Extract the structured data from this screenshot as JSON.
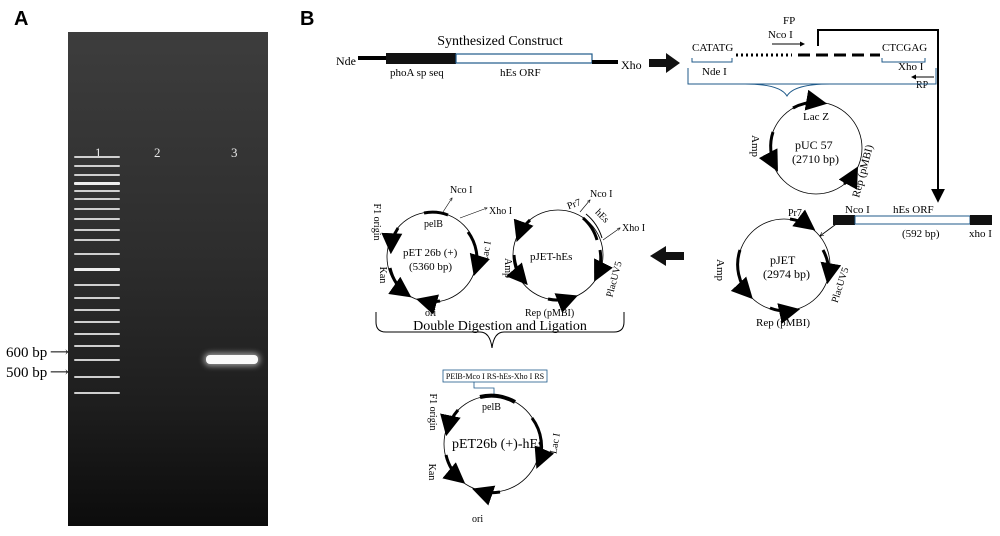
{
  "panel_a": {
    "letter": "A",
    "lanes": [
      "1",
      "2",
      "3"
    ],
    "markers": [
      "600 bp",
      "500 bp"
    ]
  },
  "panel_b": {
    "letter": "B",
    "construct": {
      "title": "Synthesized Construct",
      "left_site": "Nde",
      "right_site": "Xho",
      "seg1": "phoA sp seq",
      "seg2": "hEs ORF"
    },
    "primers": {
      "fp": "FP",
      "nco": "Nco I",
      "seq_left": "CATATG",
      "seq_right": "CTCGAG",
      "nde": "Nde I",
      "xho": "Xho I",
      "rp": "RP"
    },
    "puc57": {
      "name": "pUC 57",
      "size": "(2710 bp)",
      "lacz": "Lac Z",
      "amp": "Amp",
      "rep": "Rep (pMBI)"
    },
    "insert": {
      "nco": "Nco I",
      "orf": "hEs ORF",
      "size": "(592 bp)",
      "xho": "xho I"
    },
    "pjet": {
      "name": "pJET",
      "size": "(2974 bp)",
      "pr7": "Pr7",
      "amp": "Amp",
      "placuv5": "PlacUV5",
      "rep": "Rep (pMBI)"
    },
    "pet26b": {
      "name": "pET 26b (+)",
      "size": "(5360 bp)",
      "nco": "Nco I",
      "xho": "Xho I",
      "pelb": "pelB",
      "f1": "F1 origin",
      "laci": "Lac I",
      "kan": "Kan",
      "ori": "ori"
    },
    "pjet_hes": {
      "name": "pJET-hEs",
      "nco": "Nco I",
      "pr7": "Pr7",
      "hes": "hEs",
      "xho": "Xho I",
      "amp": "Amp",
      "placuv5": "PlacUV5",
      "rep": "Rep (pMBI)"
    },
    "ligation_label": "Double Digestion and Ligation",
    "final": {
      "junction": "PElB-Mco I RS-hEs-Xho I RS",
      "name": "pET26b (+)-hEs",
      "pelb": "pelB",
      "f1": "F1 origin",
      "laci": "Lac I",
      "kan": "Kan",
      "ori": "ori"
    }
  }
}
